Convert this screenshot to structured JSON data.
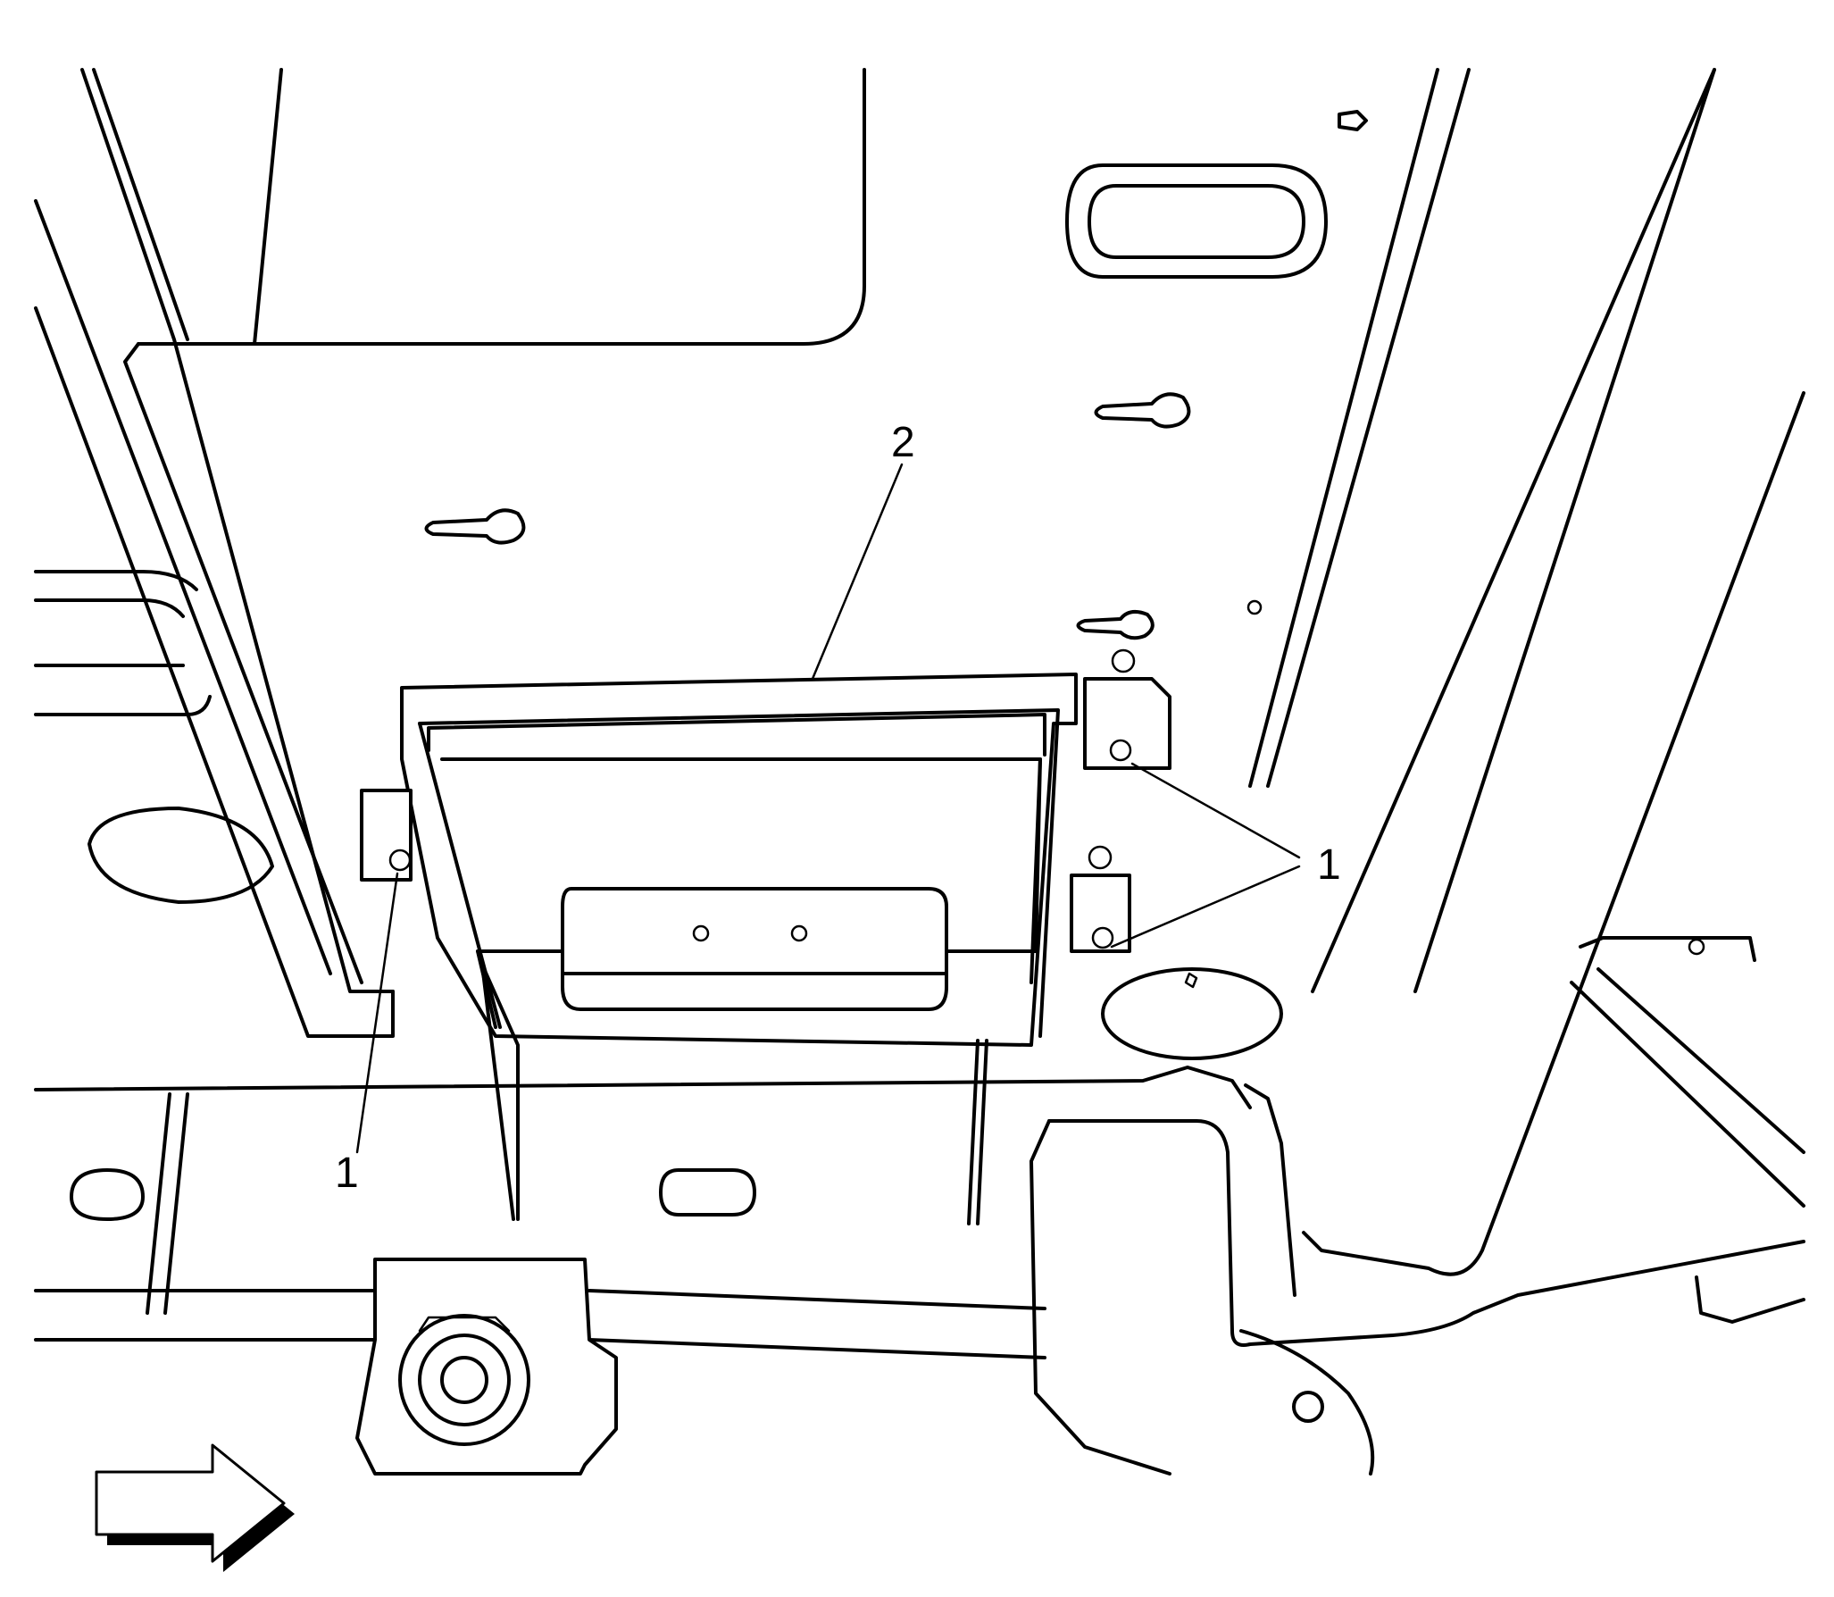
{
  "callouts": {
    "fastener_left": "1",
    "fastener_right": "1",
    "module": "2"
  },
  "direction_arrow": {
    "icon": "forward-arrow-icon",
    "color": "#000000"
  }
}
